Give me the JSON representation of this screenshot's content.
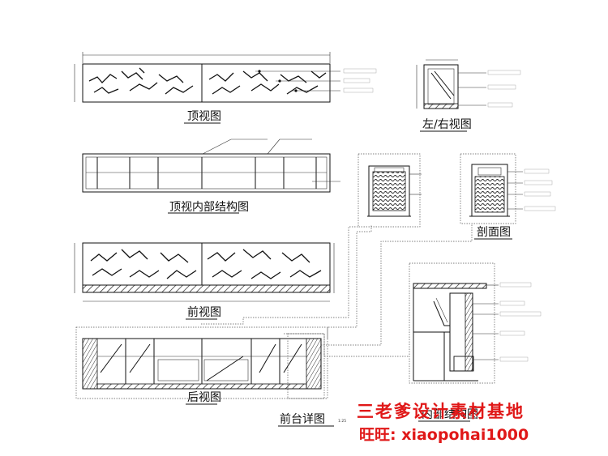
{
  "views": {
    "top": "顶视图",
    "top_internal": "顶视内部结构图",
    "front": "前视图",
    "rear": "后视图",
    "side": "左/右视图",
    "section": "剖面图",
    "internal": "内部结构图",
    "detail_title": "前台详图",
    "scale": "1:25"
  },
  "watermark": {
    "line1": "三老爹设计素材基地",
    "line2": "旺旺: xiaopohai1000"
  },
  "colors": {
    "line": "#111111",
    "watermark": "#e01818"
  }
}
